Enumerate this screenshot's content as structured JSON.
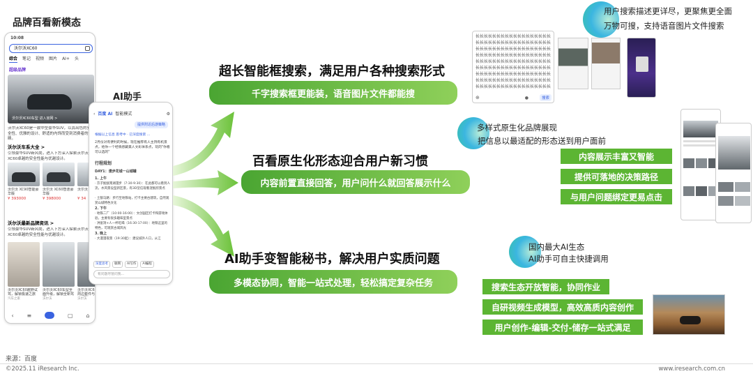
{
  "left": {
    "title": "品牌百看新模态",
    "phone_time": "10:08",
    "search_query": "沃尔沃XC60",
    "tabs": [
      "综合",
      "笔记",
      "视频",
      "图片",
      "AI+",
      "头"
    ],
    "badge": "超级品牌",
    "car_caption": "沃尔沃XC60车型 进入官网 >",
    "desc": "沃尔沃XC60是一款中型豪华SUV，以其出色的安全性、优雅的设计、舒适的内饰而受到消费者的青睐。",
    "section1": "沃尔沃车系大全 >",
    "section1_desc": "引领豪华SUV新风尚，进入下方深入探索沃尔沃XC60卓越的安全性能与优越设计。",
    "cars": [
      {
        "name": "沃尔沃 XC90智能豪华版",
        "price": "¥ 393000"
      },
      {
        "name": "沃尔沃 XC60智逸豪华版",
        "price": "¥ 398000"
      },
      {
        "name": "沃尔沃",
        "price": "¥ 34"
      }
    ],
    "section2": "沃尔沃最新品牌资讯 >",
    "section2_desc": "引领豪华SUV新风尚，进入下方深入探索沃尔沃XC60卓越的安全性能与优越设计。",
    "news": [
      {
        "title": "沃尔沃XC60越野试驾，解锁极速之旅",
        "src": "汽车之家"
      },
      {
        "title": "沃尔沃XC60车型全面升级，解锁全新驾乘",
        "src": "沃尔沃"
      },
      {
        "title": "沃尔沃XC60周边套件与TA解锁",
        "src": "沃尔沃"
      }
    ]
  },
  "ai_phone": {
    "label": "AI助手",
    "header_left": "百度 AI",
    "header_mode": "智能模式",
    "user_msg": "提供附近后游策略",
    "thinking": "根据以上信息 思考中 · 已深度搜索 ...",
    "intro": "2月份对有便利的时候，现在推荐有人主持有机景点，给你一个经情感藏美人文彩体系点，玩的\"你看可以选的\"",
    "plan_title": "行程规划",
    "day": "DAY1：漫步花城一山城罐",
    "items": [
      "1. 上午",
      "· 京子鱿鱿南湖漫步（7:30-9:30）：在此都可以看到人流，水风景设型新区景，有3D坚信观看湿鱿欣景点",
      "· 土狼马路：步行至地铁站，打卡主要古建筑，自然观赏山城特色文化",
      "2. 下午",
      "· 地铁二厂（10:00-16:00）：文创园区打卡和游戏体验，主要有很多趣味型景点",
      "· 洪崖洞+人一杯吃喝（16:30-17:00）：地铁这里的特色，可观赏古城风光",
      "3. 晚上",
      "· 大漫漫夜景（19:30起）：建议城外人口，从江北……"
    ],
    "toolbar": [
      "深度思考",
      "联网",
      "AI写作",
      "AI编程"
    ],
    "input_placeholder": "有问题尽管问我..."
  },
  "mid": {
    "head1": "超长智能框搜索，满足用户各种搜索形式",
    "pill1": "千字搜索框更能装，语音图片文件都能搜",
    "head2": "百看原生化形态迎合用户新习惯",
    "pill2": "内容前置直接回答，用户问什么就回答展示什么",
    "head3": "AI助手变智能秘书，解决用户实质问题",
    "pill3": "多模态协同，智能一站式处理，轻松搞定复杂任务"
  },
  "right": {
    "note1": [
      "用户搜索描述更详尽，更聚焦更全面",
      "万物可搜，支持语音图片文件搜索"
    ],
    "search_fill": "长长长长长长长长长长长长长长长长长长",
    "search_button": "搜索",
    "note2": [
      "多样式原生化品牌展现",
      "把信息以最适配的形态送到用户面前"
    ],
    "boxes2": [
      "内容展示丰富又智能",
      "提供可落地的决策路径",
      "与用户问题绑定更易点击"
    ],
    "note3": [
      "国内最大AI生态",
      "AI助手可自主快捷调用"
    ],
    "boxes3": [
      "搜索生态开放智能，协同作业",
      "自研视频生成模型，高效高质内容创作",
      "用户创作-编辑-交付-储存一站式满足"
    ]
  },
  "footer": {
    "source": "来源：百度",
    "copyright": "©2025.11 iResearch Inc.",
    "site": "www.iresearch.com.cn"
  },
  "colors": {
    "green": "#5cb533",
    "green_light": "#8fd05a",
    "accent_blue": "#3a63e0"
  }
}
